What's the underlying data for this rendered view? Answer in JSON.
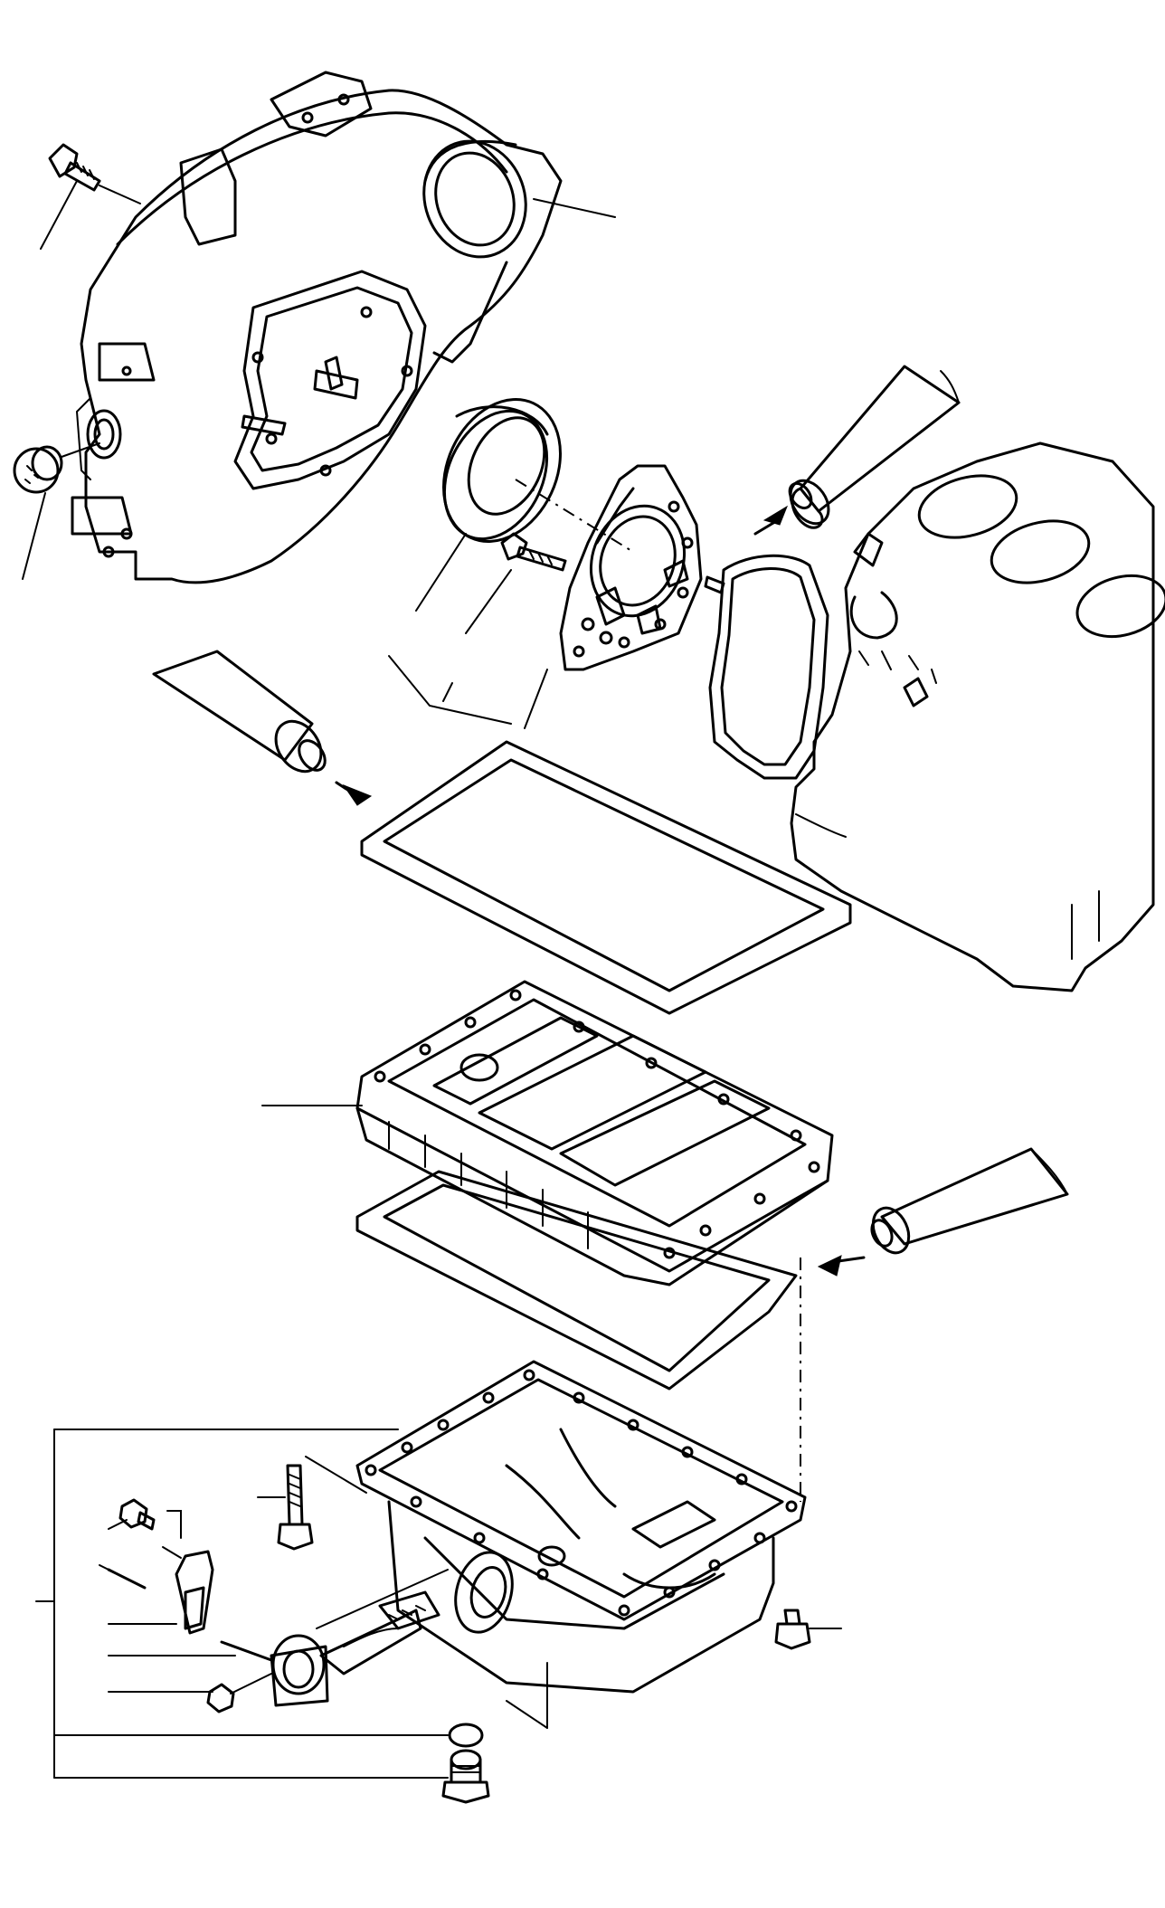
{
  "diagram": {
    "kind": "exploded-parts-diagram",
    "labels": [],
    "parts": [
      "flywheel-housing",
      "housing-bolt",
      "housing-plug",
      "rear-oil-seal",
      "seal-retainer-plate",
      "retainer-bolt",
      "sealant-tube",
      "cylinder-block",
      "oil-pan-gasket",
      "oil-pan-spacer",
      "spacer-gasket",
      "oil-pan",
      "oil-pan-bolt",
      "oil-level-sensor",
      "sensor-bracket",
      "sensor-bolt",
      "drain-plug",
      "drain-washer"
    ]
  }
}
